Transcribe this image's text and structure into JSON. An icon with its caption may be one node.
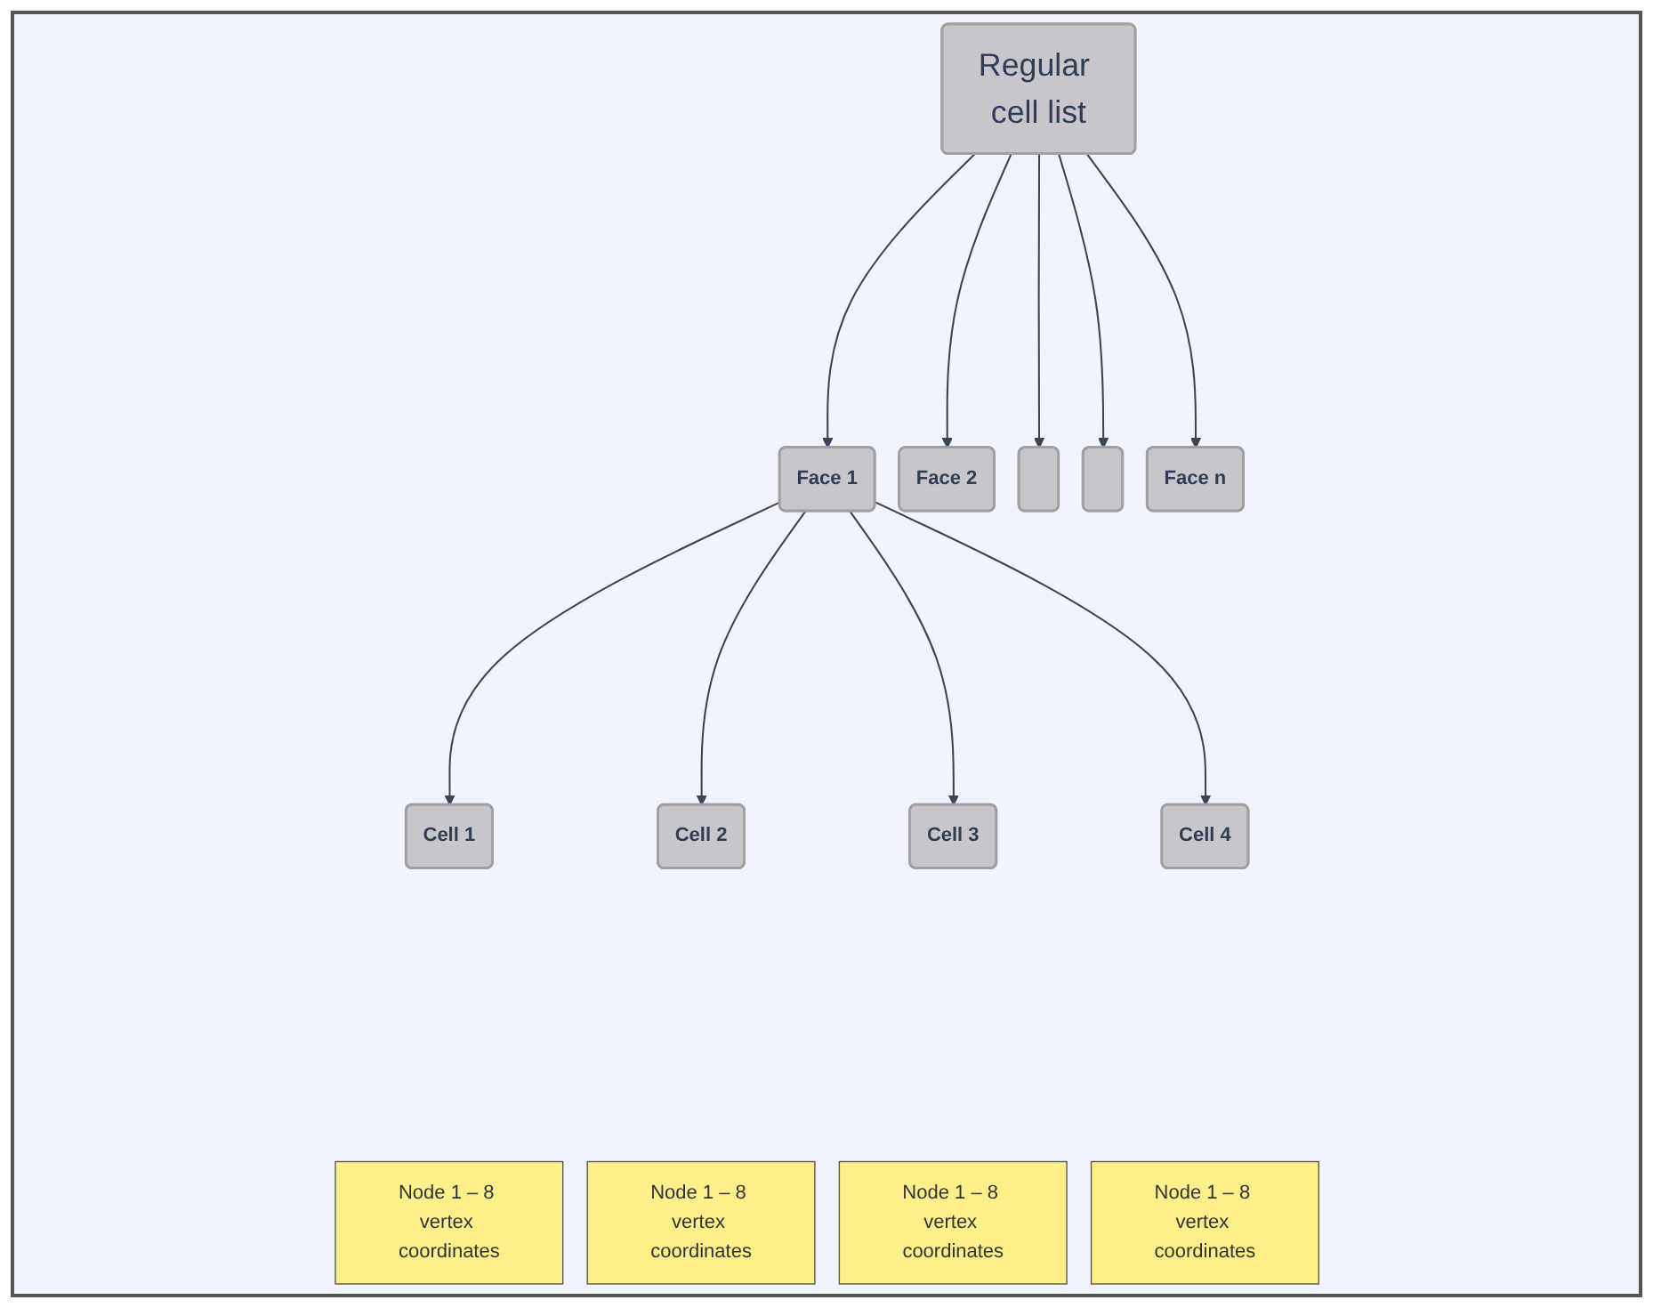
{
  "diagram": {
    "nodes": [
      {
        "text": [
          "Regular cell list"
        ]
      },
      {
        "text": [
          "Face 1"
        ]
      },
      {
        "text": [
          "Face 2"
        ]
      },
      {
        "text": [],
        "shape": "box"
      },
      {
        "text": [],
        "shape": "box"
      },
      {
        "text": [
          "Face n"
        ]
      },
      {
        "text": [
          "Cell 1"
        ]
      },
      {
        "text": [
          "Node 1 – 8 vertex coordinates"
        ]
      },
      {
        "text": [
          "Cell 2"
        ]
      },
      {
        "text": [
          "Node 1 – 8 vertex coordinates"
        ]
      },
      {
        "text": [
          "Cell 3"
        ]
      },
      {
        "text": [
          "Node 1 – 8 vertex coordinates"
        ]
      },
      {
        "text": [
          "Cell 4"
        ]
      },
      {
        "text": [
          "Node 1 – 8 vertex coordinates"
        ]
      }
    ],
    "edges": [
      {
        "from": 0,
        "to": 1,
        "arrow": "to"
      },
      {
        "from": 0,
        "to": 2,
        "arrow": "to"
      },
      {
        "from": 0,
        "to": 3,
        "arrow": "to"
      },
      {
        "from": 0,
        "to": 4,
        "arrow": "to"
      },
      {
        "from": 0,
        "to": 5,
        "arrow": "to"
      },
      {
        "from": 1,
        "to": 6,
        "arrow": "to"
      },
      {
        "from": 1,
        "to": 8,
        "arrow": "to"
      },
      {
        "from": 1,
        "to": 10,
        "arrow": "to"
      },
      {
        "from": 1,
        "to": 12,
        "arrow": "to"
      }
    ]
  }
}
